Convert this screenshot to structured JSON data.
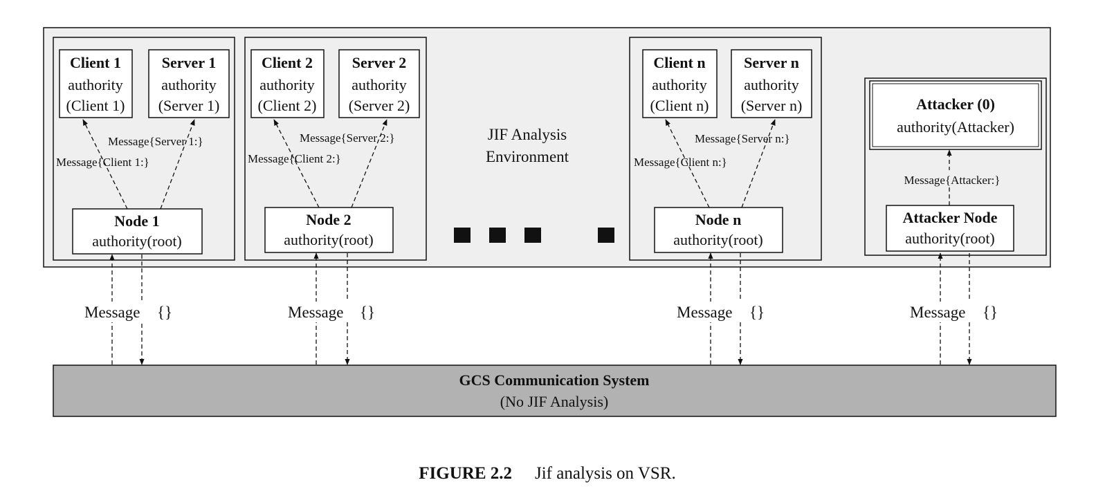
{
  "figure": {
    "caption_label": "FIGURE 2.2",
    "caption_text": "Jif analysis on VSR."
  },
  "environment": {
    "label_line1": "JIF Analysis",
    "label_line2": "Environment"
  },
  "node1": {
    "client": {
      "title": "Client 1",
      "line2": "authority",
      "line3": "(Client 1)"
    },
    "server": {
      "title": "Server 1",
      "line2": "authority",
      "line3": "(Server 1)"
    },
    "msg_client": "Message{Client 1:}",
    "msg_server": "Message{Server 1:}",
    "node": {
      "title": "Node 1",
      "authority": "authority(root)"
    }
  },
  "node2": {
    "client": {
      "title": "Client 2",
      "line2": "authority",
      "line3": "(Client 2)"
    },
    "server": {
      "title": "Server 2",
      "line2": "authority",
      "line3": "(Server 2)"
    },
    "msg_client": "Message{Client 2:}",
    "msg_server": "Message{Server 2:}",
    "node": {
      "title": "Node 2",
      "authority": "authority(root)"
    }
  },
  "noden": {
    "client": {
      "title": "Client n",
      "line2": "authority",
      "line3": "(Client n)"
    },
    "server": {
      "title": "Server n",
      "line2": "authority",
      "line3": "(Server n)"
    },
    "msg_client": "Message{Client n:}",
    "msg_server": "Message{Server n:}",
    "node": {
      "title": "Node n",
      "authority": "authority(root)"
    }
  },
  "attacker": {
    "title": "Attacker (0)",
    "authority": "authority(Attacker)",
    "msg": "Message{Attacker:}",
    "node": {
      "title": "Attacker Node",
      "authority": "authority(root)"
    }
  },
  "links": {
    "node1_msg": "Message",
    "node1_braces": "{}",
    "node2_msg": "Message",
    "node2_braces": "{}",
    "noden_msg": "Message",
    "noden_braces": "{}",
    "attacker_msg": "Message",
    "attacker_braces": "{}"
  },
  "gcs": {
    "title": "GCS Communication System",
    "subtitle": "(No JIF Analysis)"
  },
  "colors": {
    "environment_bg": "#efefef",
    "gcs_bg": "#b2b2b2",
    "box_bg": "#ffffff",
    "stroke": "#111111"
  }
}
